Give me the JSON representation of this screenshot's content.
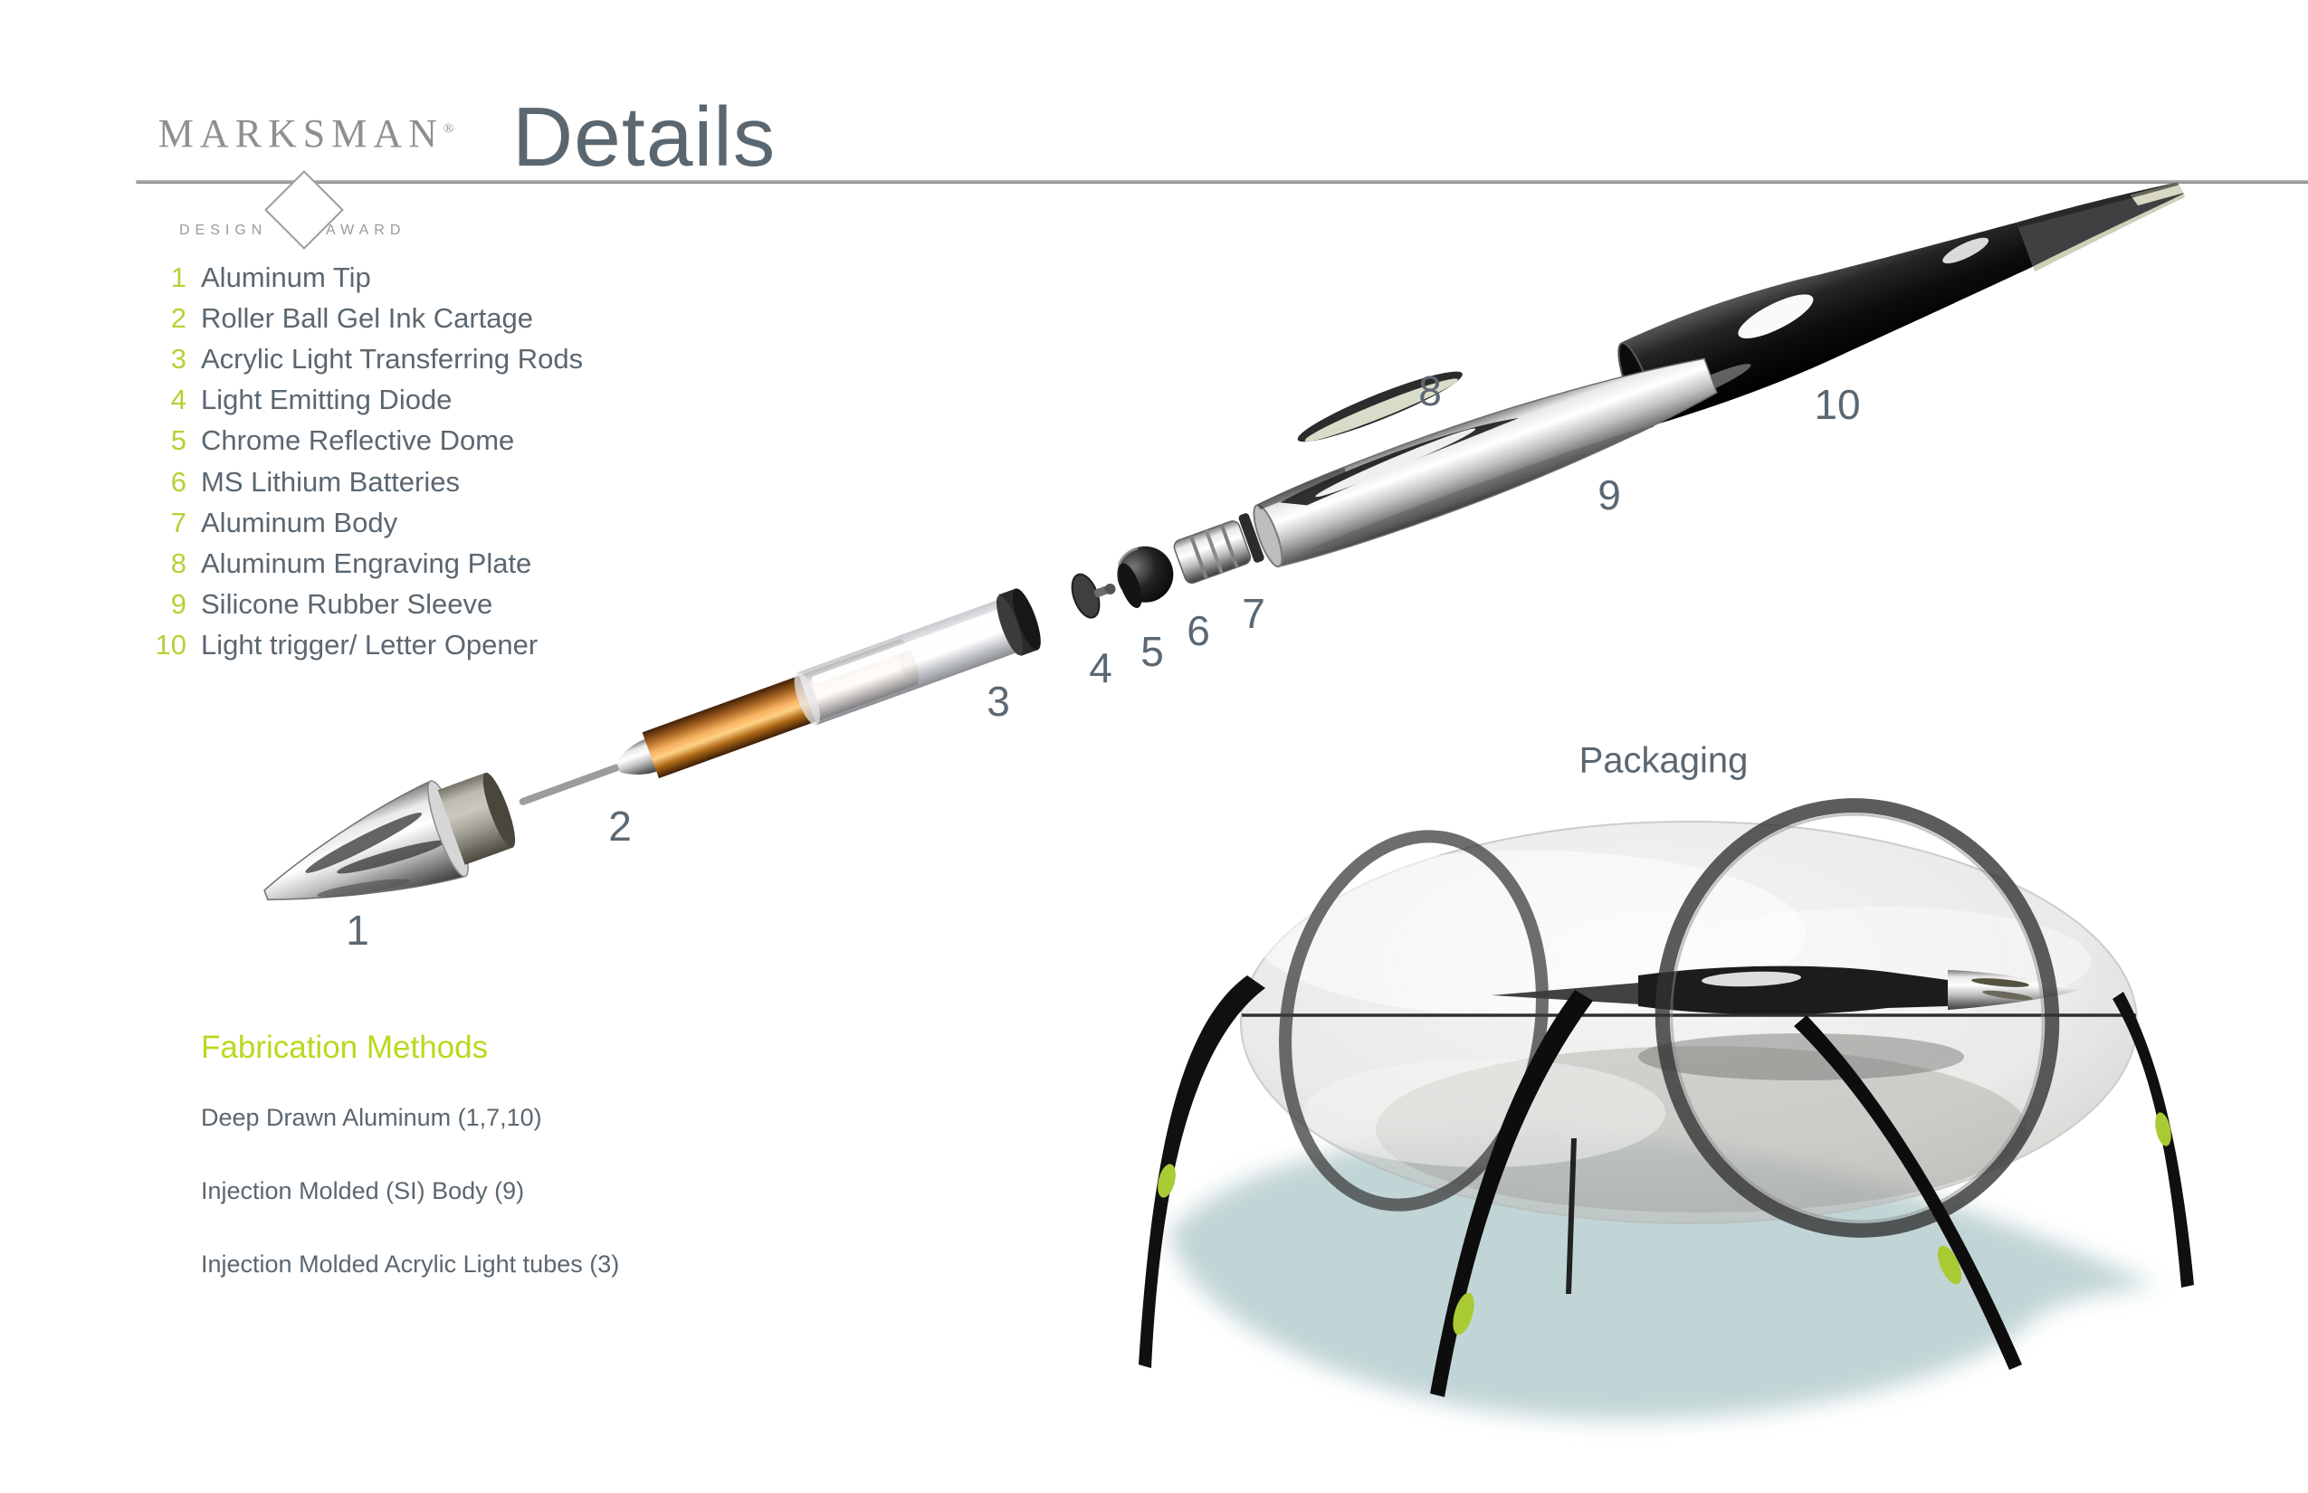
{
  "logo": {
    "brand": "MARKSMAN",
    "registered": "®",
    "sub_left": "DESIGN",
    "sub_right": "AWARD"
  },
  "header": {
    "title": "Details"
  },
  "parts_list": {
    "items": [
      {
        "number": "1",
        "label": "Aluminum Tip"
      },
      {
        "number": "2",
        "label": "Roller Ball Gel Ink Cartage"
      },
      {
        "number": "3",
        "label": "Acrylic Light Transferring Rods"
      },
      {
        "number": "4",
        "label": "Light Emitting Diode"
      },
      {
        "number": "5",
        "label": "Chrome  Reflective Dome"
      },
      {
        "number": "6",
        "label": "MS Lithium Batteries"
      },
      {
        "number": "7",
        "label": "Aluminum Body"
      },
      {
        "number": "8",
        "label": "Aluminum Engraving Plate"
      },
      {
        "number": "9",
        "label": "Silicone Rubber Sleeve"
      },
      {
        "number": "10",
        "label": "Light trigger/ Letter Opener"
      }
    ]
  },
  "packaging": {
    "label": "Packaging"
  },
  "fabrication": {
    "heading": "Fabrication Methods",
    "methods": [
      "Deep Drawn Aluminum  (1,7,10)",
      "Injection Molded (SI) Body (9)",
      "Injection Molded Acrylic Light tubes (3)"
    ]
  },
  "colors": {
    "accent_lime": "#b4d234",
    "heading_lime": "#b9d91f",
    "text_slate": "#5b6770",
    "rule_gray": "#9a9a9a",
    "copper": "#c87a2a",
    "shadow_teal": "#b7cecf"
  }
}
